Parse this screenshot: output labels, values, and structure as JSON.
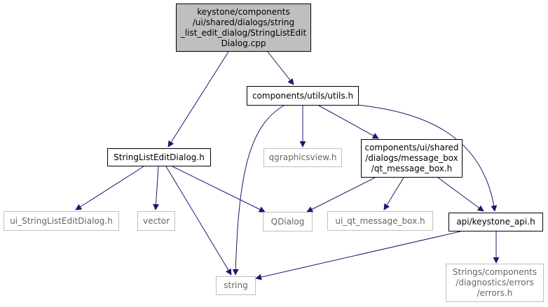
{
  "colors": {
    "edge": "#191970",
    "root_fill": "#bfbfbf",
    "external_border": "#bfbfbf",
    "external_text": "#666666"
  },
  "nodes": {
    "root": [
      "keystone/components",
      "/ui/shared/dialogs/string",
      "_list_edit_dialog/StringListEdit",
      "Dialog.cpp"
    ],
    "utils": [
      "components/utils/utils.h"
    ],
    "sled_h": [
      "StringListEditDialog.h"
    ],
    "qgraphicsview": [
      "qgraphicsview.h"
    ],
    "qt_message_box": [
      "components/ui/shared",
      "/dialogs/message_box",
      "/qt_message_box.h"
    ],
    "ui_sled": [
      "ui_StringListEditDialog.h"
    ],
    "vector": [
      "vector"
    ],
    "qdialog": [
      "QDialog"
    ],
    "ui_qt_message_box": [
      "ui_qt_message_box.h"
    ],
    "keystone_api": [
      "api/keystone_api.h"
    ],
    "string": [
      "string"
    ],
    "errors": [
      "Strings/components",
      "/diagnostics/errors",
      "/errors.h"
    ]
  }
}
